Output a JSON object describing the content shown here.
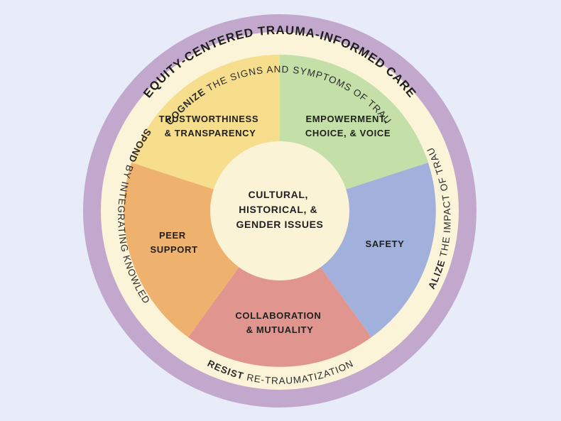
{
  "title": "EQUITY-CENTERED TRAUMA-INFORMED CARE",
  "ring": {
    "recognize_kw": "RECOGNIZE",
    "recognize_rest": " THE SIGNS AND SYMPTOMS OF TRAUMA",
    "realize_kw": "REALIZE",
    "realize_rest": " THE IMPACT OF TRAUMA",
    "resist_kw": "RESIST",
    "resist_rest": " RE-TRAUMATIZATION",
    "respond_kw": "RESPOND",
    "respond_rest": " BY INTEGRATING KNOWLEDGE"
  },
  "segments": {
    "trust": {
      "line1": "TRUSTWORTHINESS",
      "line2": "& TRANSPARENCY",
      "color": "#f6de8d"
    },
    "empower": {
      "line1": "EMPOWERMENT,",
      "line2": "CHOICE, & VOICE",
      "color": "#c4e0a8"
    },
    "safety": {
      "line1": "SAFETY",
      "color": "#a2b0dc"
    },
    "collab": {
      "line1": "COLLABORATION",
      "line2": "& MUTUALITY",
      "color": "#e0968f"
    },
    "peer": {
      "line1": "PEER",
      "line2": "SUPPORT",
      "color": "#eeb16e"
    }
  },
  "center": {
    "line1": "CULTURAL,",
    "line2": "HISTORICAL, &",
    "line3": "GENDER ISSUES",
    "color": "#fbf3d6"
  },
  "colors": {
    "outer_ring": "#c3a8cd",
    "inner_ring": "#fcf4d9",
    "background": "#e8ecf9"
  }
}
